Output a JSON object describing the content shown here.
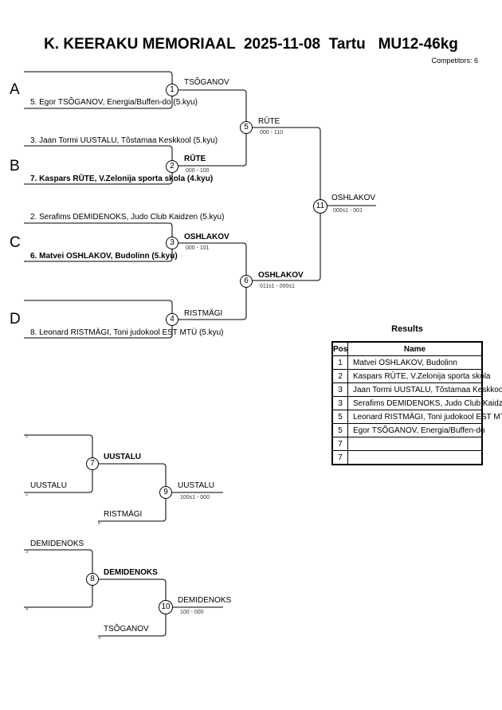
{
  "header": {
    "title": "K. KEERAKU MEMORIAAL  2025-11-08  Tartu   MU12-46kg",
    "competitors": "Competitors: 6"
  },
  "pools": [
    "A",
    "B",
    "C",
    "D"
  ],
  "competitors": [
    "5. Egor TSÕGANOV, Energia/Buffen-do (5.kyu)",
    "3. Jaan Tormi UUSTALU, Tõstamaa Keskkool (5.kyu)",
    "7. Kaspars RŪTE, V.Zelonija sporta skola (4.kyu)",
    "2. Serafims DEMIDENOKS, Judo Club Kaidzen (5.kyu)",
    "6. Matvei OSHLAKOV, Budolinn (5.kyu)",
    "8. Leonard RISTMÄGI, Toni judokool EST MTÜ  (5.kyu)"
  ],
  "matches": {
    "m1": {
      "no": "1",
      "winner": "TSÕGANOV",
      "score": ""
    },
    "m2": {
      "no": "2",
      "winner": "RŪTE",
      "score": "000 - 100"
    },
    "m3": {
      "no": "3",
      "winner": "OSHLAKOV",
      "score": "000 - 101"
    },
    "m4": {
      "no": "4",
      "winner": "RISTMÄGI",
      "score": ""
    },
    "m5": {
      "no": "5",
      "winner": "RŪTE",
      "score": "000 - 110"
    },
    "m6": {
      "no": "6",
      "winner": "OSHLAKOV",
      "score": "011s1 - 000s1"
    },
    "m11": {
      "no": "11",
      "winner": "OSHLAKOV",
      "score": "000s1 - 001"
    },
    "m7": {
      "no": "7",
      "winner": "UUSTALU",
      "in_bottom": "UUSTALU",
      "slot_top": "1",
      "slot_bottom": "2"
    },
    "m9": {
      "no": "9",
      "winner": "UUSTALU",
      "score": "100s1 - 000",
      "in_bottom": "RISTMÄGI",
      "slot_bottom": "6"
    },
    "m8": {
      "no": "8",
      "winner": "DEMIDENOKS",
      "in_top": "DEMIDENOKS",
      "slot_top": "3",
      "slot_bottom": "4"
    },
    "m10": {
      "no": "10",
      "winner": "DEMIDENOKS",
      "score": "100 - 000",
      "in_bottom": "TSÕGANOV",
      "slot_bottom": "5"
    }
  },
  "results": {
    "title": "Results",
    "headers": [
      "Pos",
      "Name"
    ],
    "rows": [
      {
        "pos": "1",
        "name": "Matvei OSHLAKOV, Budolinn"
      },
      {
        "pos": "2",
        "name": "Kaspars RŪTE, V.Zelonija sporta skola"
      },
      {
        "pos": "3",
        "name": "Jaan Tormi UUSTALU, Tõstamaa Keskkool"
      },
      {
        "pos": "3",
        "name": "Serafims DEMIDENOKS, Judo Club Kaidzen"
      },
      {
        "pos": "5",
        "name": "Leonard RISTMÄGI, Toni judokool EST MTÜ"
      },
      {
        "pos": "5",
        "name": "Egor TSÕGANOV, Energia/Buffen-do"
      },
      {
        "pos": "7",
        "name": ""
      },
      {
        "pos": "7",
        "name": ""
      }
    ]
  }
}
